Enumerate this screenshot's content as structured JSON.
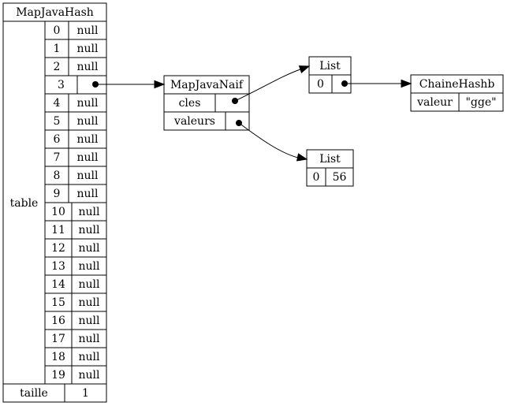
{
  "map_java_hash": {
    "title": "MapJavaHash",
    "table_label": "table",
    "rows": [
      {
        "index": "0",
        "value": "null"
      },
      {
        "index": "1",
        "value": "null"
      },
      {
        "index": "2",
        "value": "null"
      },
      {
        "index": "3",
        "value": ""
      },
      {
        "index": "4",
        "value": "null"
      },
      {
        "index": "5",
        "value": "null"
      },
      {
        "index": "6",
        "value": "null"
      },
      {
        "index": "7",
        "value": "null"
      },
      {
        "index": "8",
        "value": "null"
      },
      {
        "index": "9",
        "value": "null"
      },
      {
        "index": "10",
        "value": "null"
      },
      {
        "index": "11",
        "value": "null"
      },
      {
        "index": "12",
        "value": "null"
      },
      {
        "index": "13",
        "value": "null"
      },
      {
        "index": "14",
        "value": "null"
      },
      {
        "index": "15",
        "value": "null"
      },
      {
        "index": "16",
        "value": "null"
      },
      {
        "index": "17",
        "value": "null"
      },
      {
        "index": "18",
        "value": "null"
      },
      {
        "index": "19",
        "value": "null"
      }
    ],
    "taille_label": "taille",
    "taille_value": "1"
  },
  "map_java_naif": {
    "title": "MapJavaNaif",
    "cles_label": "cles",
    "valeurs_label": "valeurs"
  },
  "list_cles": {
    "title": "List",
    "index": "0"
  },
  "list_valeurs": {
    "title": "List",
    "index": "0",
    "value": "56"
  },
  "chaine_hashb": {
    "title": "ChaineHashb",
    "field": "valeur",
    "value": "\"gge\""
  }
}
